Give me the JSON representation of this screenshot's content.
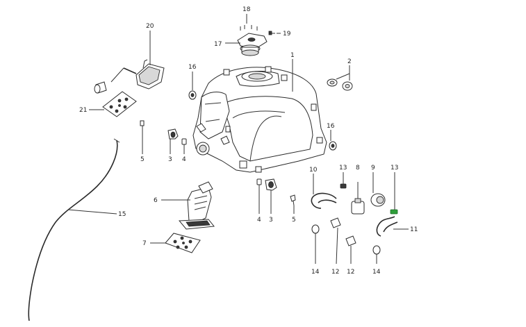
{
  "diagram": {
    "labels": {
      "p1": "1",
      "p2": "2",
      "p3a": "3",
      "p3b": "3",
      "p4a": "4",
      "p4b": "4",
      "p5a": "5",
      "p5b": "5",
      "p6": "6",
      "p7": "7",
      "p8": "8",
      "p9": "9",
      "p10": "10",
      "p11": "11",
      "p12a": "12",
      "p12b": "12",
      "p13a": "13",
      "p13b": "13",
      "p14a": "14",
      "p14b": "14",
      "p15": "15",
      "p16a": "16",
      "p16b": "16",
      "p17": "17",
      "p18": "18",
      "p19": "19",
      "p20": "20",
      "p21": "21"
    },
    "accent_color": "#2e9e3a"
  }
}
